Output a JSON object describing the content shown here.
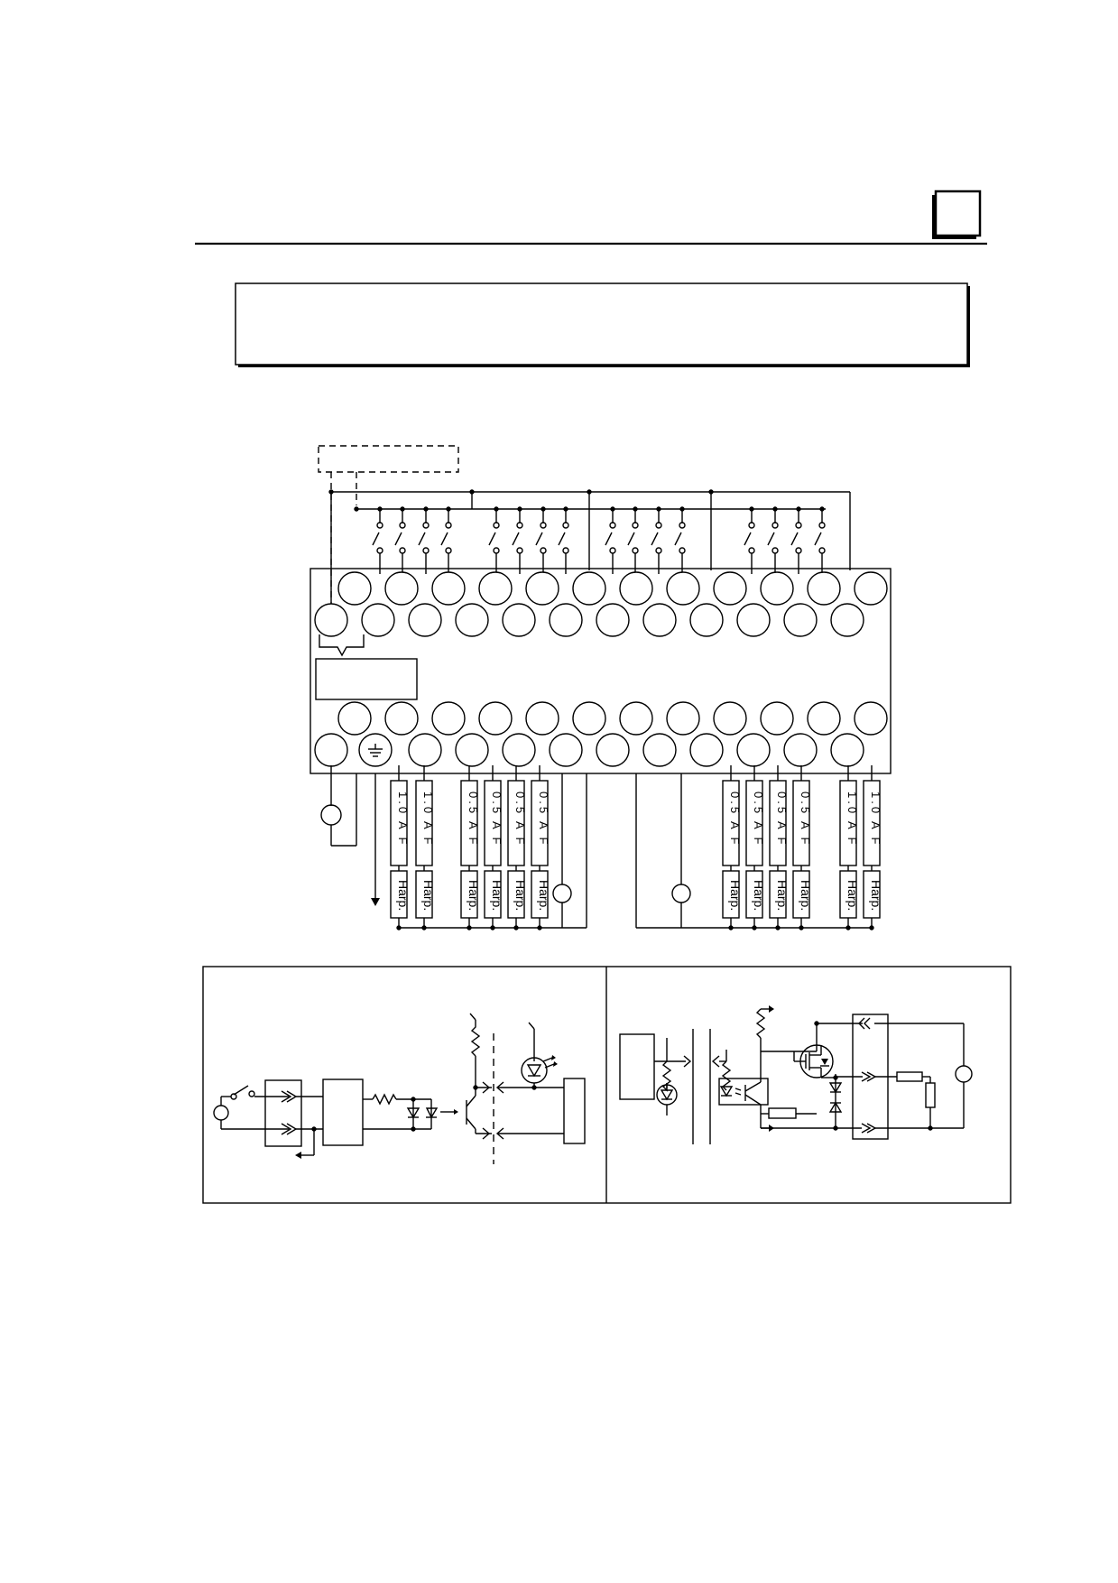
{
  "corner_mark": {
    "icon": "square-tab-icon"
  },
  "header_box": {
    "text": ""
  },
  "fuses": {
    "left": [
      "1.0 A F",
      "1.0 A F",
      "0.5 A F",
      "0.5 A F",
      "0.5 A F",
      "0.5 A F"
    ],
    "right": [
      "0.5 A F",
      "0.5 A F",
      "0.5 A F",
      "0.5 A F",
      "1.0 A F",
      "1.0 A F"
    ]
  },
  "harp_label": "Harp.",
  "icons": {
    "ground": "ground-icon",
    "led": "led-icon",
    "optocoupler": "optocoupler-icon",
    "mosfet": "mosfet-icon",
    "zener": "zener-diode-icon",
    "switch": "switch-icon"
  },
  "colors": {
    "ink": "#000000",
    "paper": "#ffffff"
  }
}
